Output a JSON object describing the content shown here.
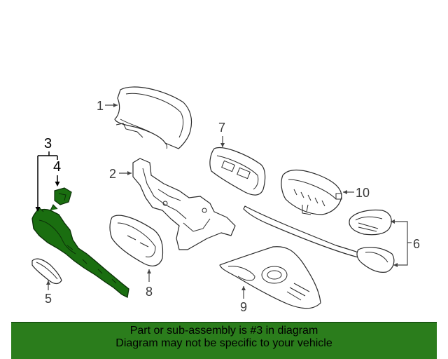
{
  "colors": {
    "highlight": "#1a6e10",
    "banner": "#2b7d1c",
    "lines": "#2a2a2a"
  },
  "callouts": {
    "c1": "1",
    "c2": "2",
    "c3": "3",
    "c4": "4",
    "c5": "5",
    "c6": "6",
    "c7": "7",
    "c8": "8",
    "c9": "9",
    "c10": "10"
  },
  "banner": {
    "line1": "Part or sub-assembly is #3 in diagram",
    "line2": "Diagram may not be specific to your vehicle"
  }
}
